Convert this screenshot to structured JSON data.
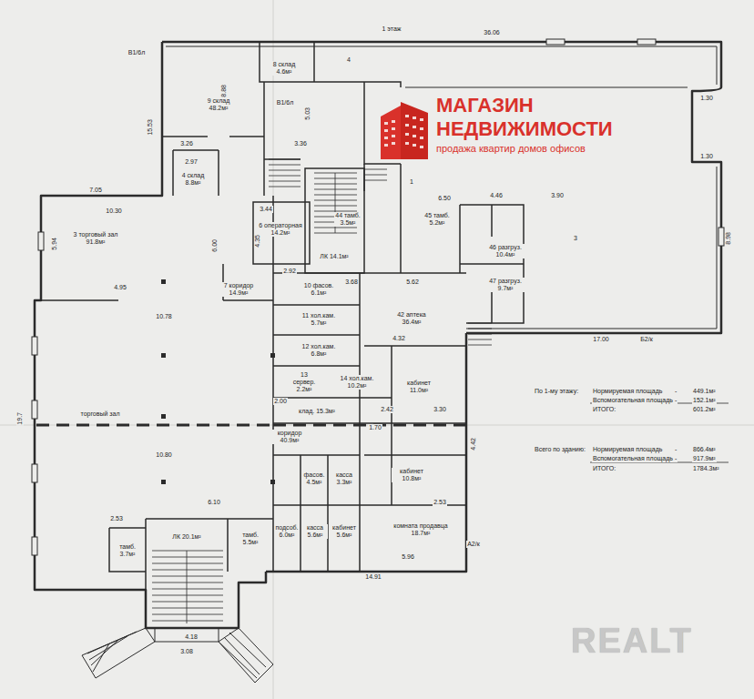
{
  "diagram": {
    "title": "1 этаж",
    "nodes": [
      {
        "text": [
          "9 склад 48.2м²"
        ]
      },
      {
        "text": [
          "8 склад 4.6м²"
        ]
      },
      {
        "text": [
          "4"
        ]
      },
      {
        "text": [
          "4 склад 8.8м²"
        ]
      },
      {
        "text": [
          "3 торговый зал 91.8м²"
        ]
      },
      {
        "text": [
          "6 операторная 14.2м²"
        ]
      },
      {
        "text": [
          "7 коридор 14.9м²"
        ]
      },
      {
        "text": [
          "ЛК 14.1м²"
        ]
      },
      {
        "text": [
          "1"
        ]
      },
      {
        "text": [
          "10 фасов. 6.1м²"
        ]
      },
      {
        "text": [
          "11 хол.кам. 5.7м²"
        ]
      },
      {
        "text": [
          "12 хол.кам. 6.8м²"
        ]
      },
      {
        "text": [
          "13 сервер. 2.2м²"
        ]
      },
      {
        "text": [
          "14 хол.кам. 10.2м²"
        ]
      },
      {
        "text": [
          "42 аптека 36.4м²"
        ]
      },
      {
        "text": [
          "3"
        ]
      },
      {
        "text": [
          "44 тамб. 3.5м²"
        ]
      },
      {
        "text": [
          "45 тамб. 5.2м²"
        ]
      },
      {
        "text": [
          "46 разгруз. 10.4м²"
        ]
      },
      {
        "text": [
          "47 разгруз. 9.7м²"
        ]
      },
      {
        "text": [
          "торговый зал"
        ]
      },
      {
        "text": [
          "коридор 40.9м²"
        ]
      },
      {
        "text": [
          "кабинет 11.0м²"
        ]
      },
      {
        "text": [
          "кабинет 10.8м²"
        ]
      },
      {
        "text": [
          "фасов. 4.5м²"
        ]
      },
      {
        "text": [
          "касса 3.3м²"
        ]
      },
      {
        "text": [
          "комната продавца 18.7м²"
        ]
      },
      {
        "text": [
          "подсоб. 6.0м²"
        ]
      },
      {
        "text": [
          "касса 5.6м²"
        ]
      },
      {
        "text": [
          "кабинет 5.6м²"
        ]
      },
      {
        "text": [
          "ЛК 20.1м²"
        ]
      },
      {
        "text": [
          "тамб. 5.5м²"
        ]
      },
      {
        "text": [
          "тамб. 3.7м²"
        ]
      },
      {
        "text": [
          "клад. 15.3м²"
        ]
      }
    ],
    "labels": [
      "МАГАЗИН",
      "НЕДВИЖИМОСТИ",
      "продажа квартир домов офисов",
      "REALT",
      "36.06",
      "15.53",
      "10.30",
      "7.05",
      "5.94",
      "4.95",
      "10.78",
      "10.80",
      "6.10",
      "14.91",
      "17.00",
      "5.62",
      "4.32",
      "6.50",
      "4.46",
      "3.90",
      "8.98",
      "1.30",
      "1.30",
      "2.53",
      "3.26",
      "2.97",
      "3.36",
      "5.03",
      "8.88",
      "6.00",
      "3.44",
      "4.35",
      "2.92",
      "3.68",
      "2.00",
      "1.70",
      "2.42",
      "3.30",
      "4.42",
      "5.96",
      "2.53",
      "4.18",
      "3.08",
      "19.7",
      "В1/6л",
      "В1/6л",
      "Б2/к",
      "А2/к",
      "По 1-му этажу:",
      "Нормируемая площадь",
      "-",
      "449.1м²",
      "Вспомогательная площадь",
      "-",
      "152.1м²",
      "ИТОГО:",
      "601.2м²",
      "Всего по зданию:",
      "Нормируемая площадь",
      "-",
      "866.4м²",
      "Вспомогательная площадь",
      "-",
      "917.9м²",
      "ИТОГО:",
      "1784.3м²"
    ]
  }
}
